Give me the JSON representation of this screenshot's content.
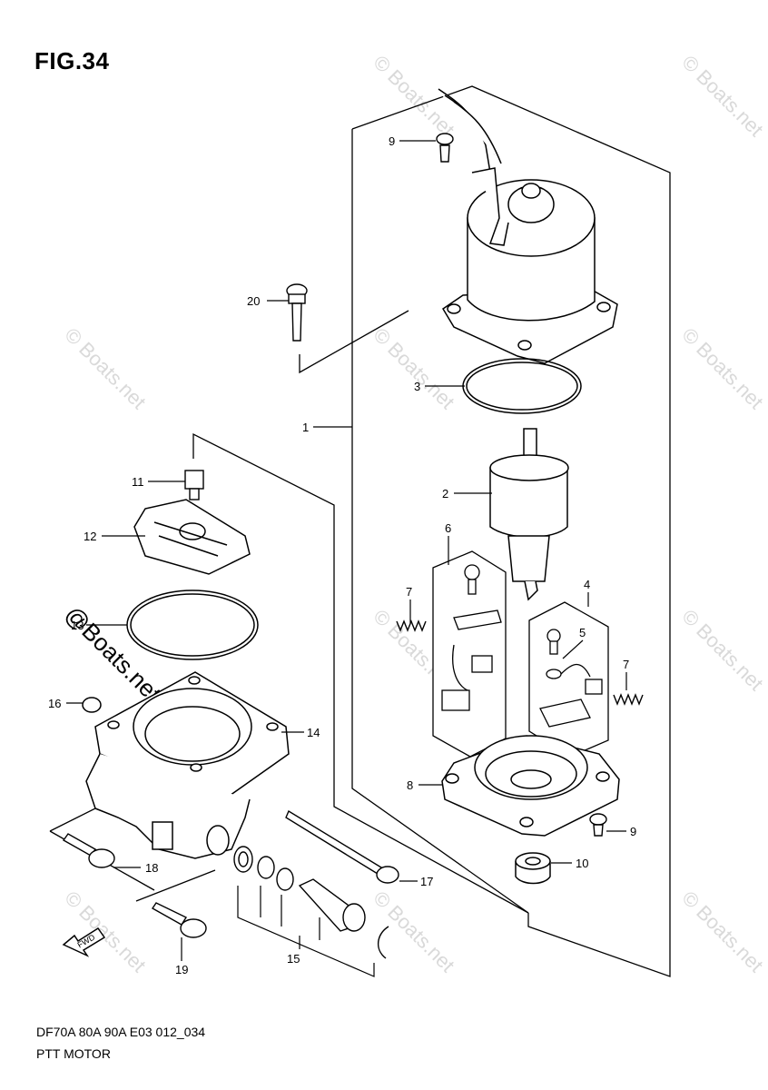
{
  "figure": {
    "title": "FIG.34"
  },
  "footer": {
    "code": "DF70A 80A 90A E03 012_034",
    "name": "PTT MOTOR"
  },
  "watermark": {
    "text": "© Boats.net",
    "large_text": "@Boats.net"
  },
  "fwd_label": "FWD",
  "callouts": {
    "c1": "1",
    "c2": "2",
    "c3": "3",
    "c4": "4",
    "c5": "5",
    "c6": "6",
    "c7a": "7",
    "c7b": "7",
    "c8": "8",
    "c9a": "9",
    "c9b": "9",
    "c10": "10",
    "c11": "11",
    "c12": "12",
    "c13": "13",
    "c14": "14",
    "c15": "15",
    "c16": "16",
    "c17": "17",
    "c18": "18",
    "c19": "19",
    "c20": "20"
  }
}
